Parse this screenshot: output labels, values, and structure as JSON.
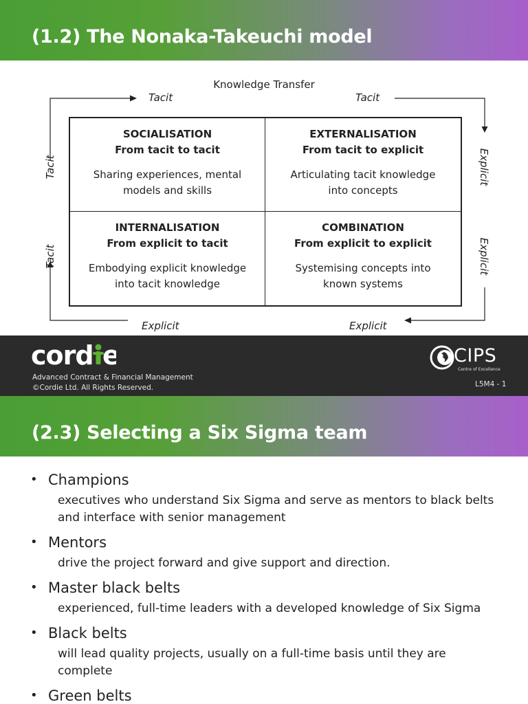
{
  "slide1": {
    "title": "(1.2) The Nonaka-Takeuchi model",
    "diagram": {
      "header": "Knowledge Transfer",
      "edges": {
        "top_left": "Tacit",
        "top_right": "Tacit",
        "bottom_left": "Explicit",
        "bottom_right": "Explicit",
        "left_top": "Tacit",
        "left_bottom": "Tacit",
        "right_top": "Explicit",
        "right_bottom": "Explicit"
      },
      "cells": {
        "socialisation": {
          "name": "SOCIALISATION",
          "subtitle": "From tacit to tacit",
          "line1": "Sharing experiences, mental",
          "line2": "models and skills"
        },
        "externalisation": {
          "name": "EXTERNALISATION",
          "subtitle": "From tacit to explicit",
          "line1": "Articulating tacit knowledge",
          "line2": "into concepts"
        },
        "internalisation": {
          "name": "INTERNALISATION",
          "subtitle": "From explicit to tacit",
          "line1": "Embodying explicit knowledge",
          "line2": "into tacit knowledge"
        },
        "combination": {
          "name": "COMBINATION",
          "subtitle": "From explicit to explicit",
          "line1": "Systemising concepts into",
          "line2": "known systems"
        }
      }
    },
    "footer": {
      "logo": "cordie",
      "course": "Advanced Contract & Financial Management",
      "copyright": "©Cordie Ltd. All Rights Reserved.",
      "partner_logo": "CIPS",
      "partner_sub": "Centre of Excellence",
      "slide_number": "L5M4 -  1"
    }
  },
  "slide2": {
    "title": "(2.3) Selecting a Six Sigma team",
    "items": [
      {
        "title": "Champions",
        "description": "executives who understand Six Sigma and serve as mentors to black belts and interface with senior management"
      },
      {
        "title": "Mentors",
        "description": "drive the project forward and give support and direction."
      },
      {
        "title": "Master black belts",
        "description": "experienced, full-time leaders with a developed knowledge of Six Sigma"
      },
      {
        "title": "Black belts",
        "description": "will lead quality projects, usually on a full-time basis until they are complete"
      },
      {
        "title": "Green belts",
        "description": ""
      }
    ]
  },
  "colors": {
    "gradient_start": "#4a9e35",
    "gradient_end": "#a85fca",
    "footer_bg": "#2b2b2b",
    "cordie_green": "#5ab030"
  },
  "icons": [
    "bullet-dot-icon",
    "arrow-right-icon",
    "arrow-down-icon",
    "arrow-left-icon",
    "arrow-up-icon",
    "cips-globe-icon"
  ]
}
